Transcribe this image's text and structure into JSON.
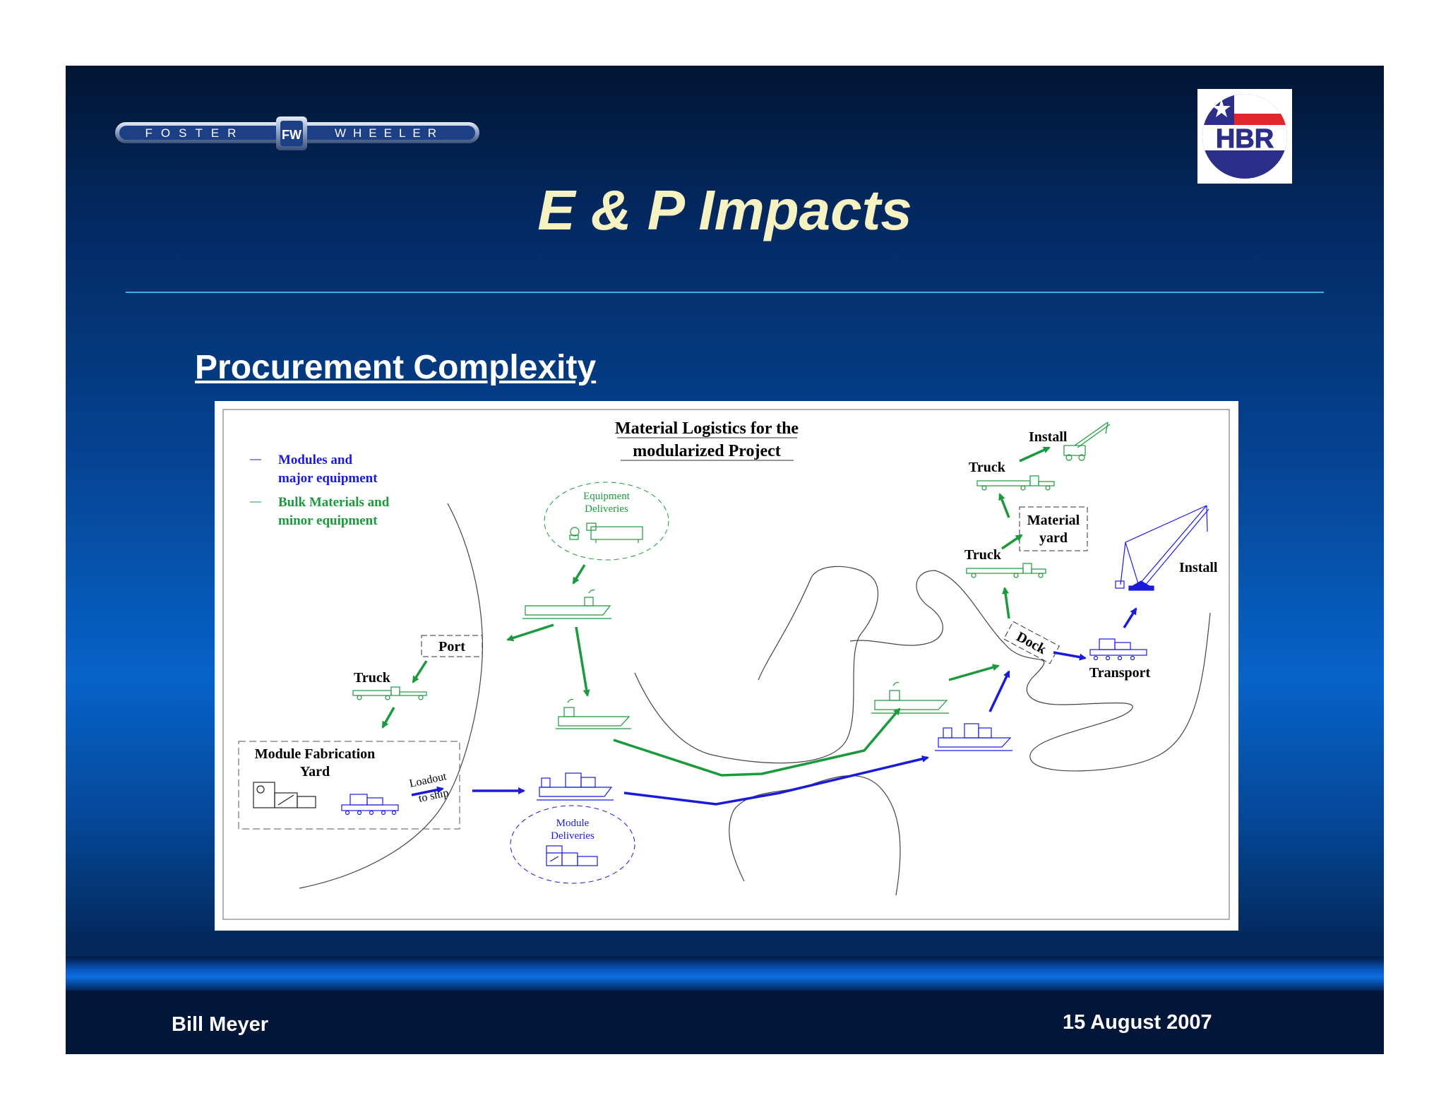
{
  "slide": {
    "title": "E & P Impacts",
    "section_heading": "Procurement Complexity",
    "author": "Bill Meyer",
    "date": "15 August 2007"
  },
  "logos": {
    "fw_left": "FOSTER",
    "fw_mark": "FW",
    "fw_right": "WHEELER",
    "hbr": "HBR"
  },
  "colors": {
    "modules": "#1a1adb",
    "bulk": "#1a9a3c",
    "title": "#f7f2c2"
  },
  "diagram": {
    "title_line1": "Material Logistics for the",
    "title_line2": "modularized Project",
    "legend": [
      {
        "line1": "Modules and",
        "line2": "major equipment"
      },
      {
        "line1": "Bulk Materials and",
        "line2": "minor equipment"
      }
    ],
    "labels": {
      "port": "Port",
      "truck_left": "Truck",
      "yard_line1": "Module Fabrication",
      "yard_line2": "Yard",
      "loadout_line1": "Loadout",
      "loadout_line2": "to ship",
      "equip_line1": "Equipment",
      "equip_line2": "Deliveries",
      "module_line1": "Module",
      "module_line2": "Deliveries",
      "dock": "Dock",
      "transport": "Transport",
      "truck_lower": "Truck",
      "truck_upper": "Truck",
      "material_line1": "Material",
      "material_line2": "yard",
      "install_top": "Install",
      "install_right": "Install"
    }
  }
}
